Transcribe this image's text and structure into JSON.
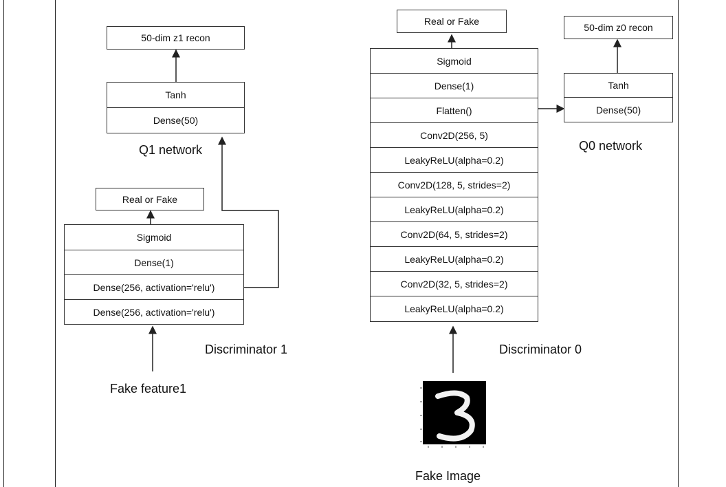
{
  "q1": {
    "output": "50-dim z1 recon",
    "layers": [
      "Tanh",
      "Dense(50)"
    ],
    "title": "Q1 network"
  },
  "d1": {
    "output": "Real or Fake",
    "layers": [
      "Sigmoid",
      "Dense(1)",
      "Dense(256, activation='relu')",
      "Dense(256, activation='relu')"
    ],
    "title": "Discriminator 1",
    "input": "Fake feature1"
  },
  "d0": {
    "output": "Real or Fake",
    "layers": [
      "Sigmoid",
      "Dense(1)",
      "Flatten()",
      "Conv2D(256, 5)",
      "LeakyReLU(alpha=0.2)",
      "Conv2D(128, 5, strides=2)",
      "LeakyReLU(alpha=0.2)",
      "Conv2D(64, 5, strides=2)",
      "LeakyReLU(alpha=0.2)",
      "Conv2D(32, 5, strides=2)",
      "LeakyReLU(alpha=0.2)"
    ],
    "title": "Discriminator 0",
    "input": "Fake Image"
  },
  "q0": {
    "output": "50-dim z0 recon",
    "layers": [
      "Tanh",
      "Dense(50)"
    ],
    "title": "Q0 network"
  }
}
